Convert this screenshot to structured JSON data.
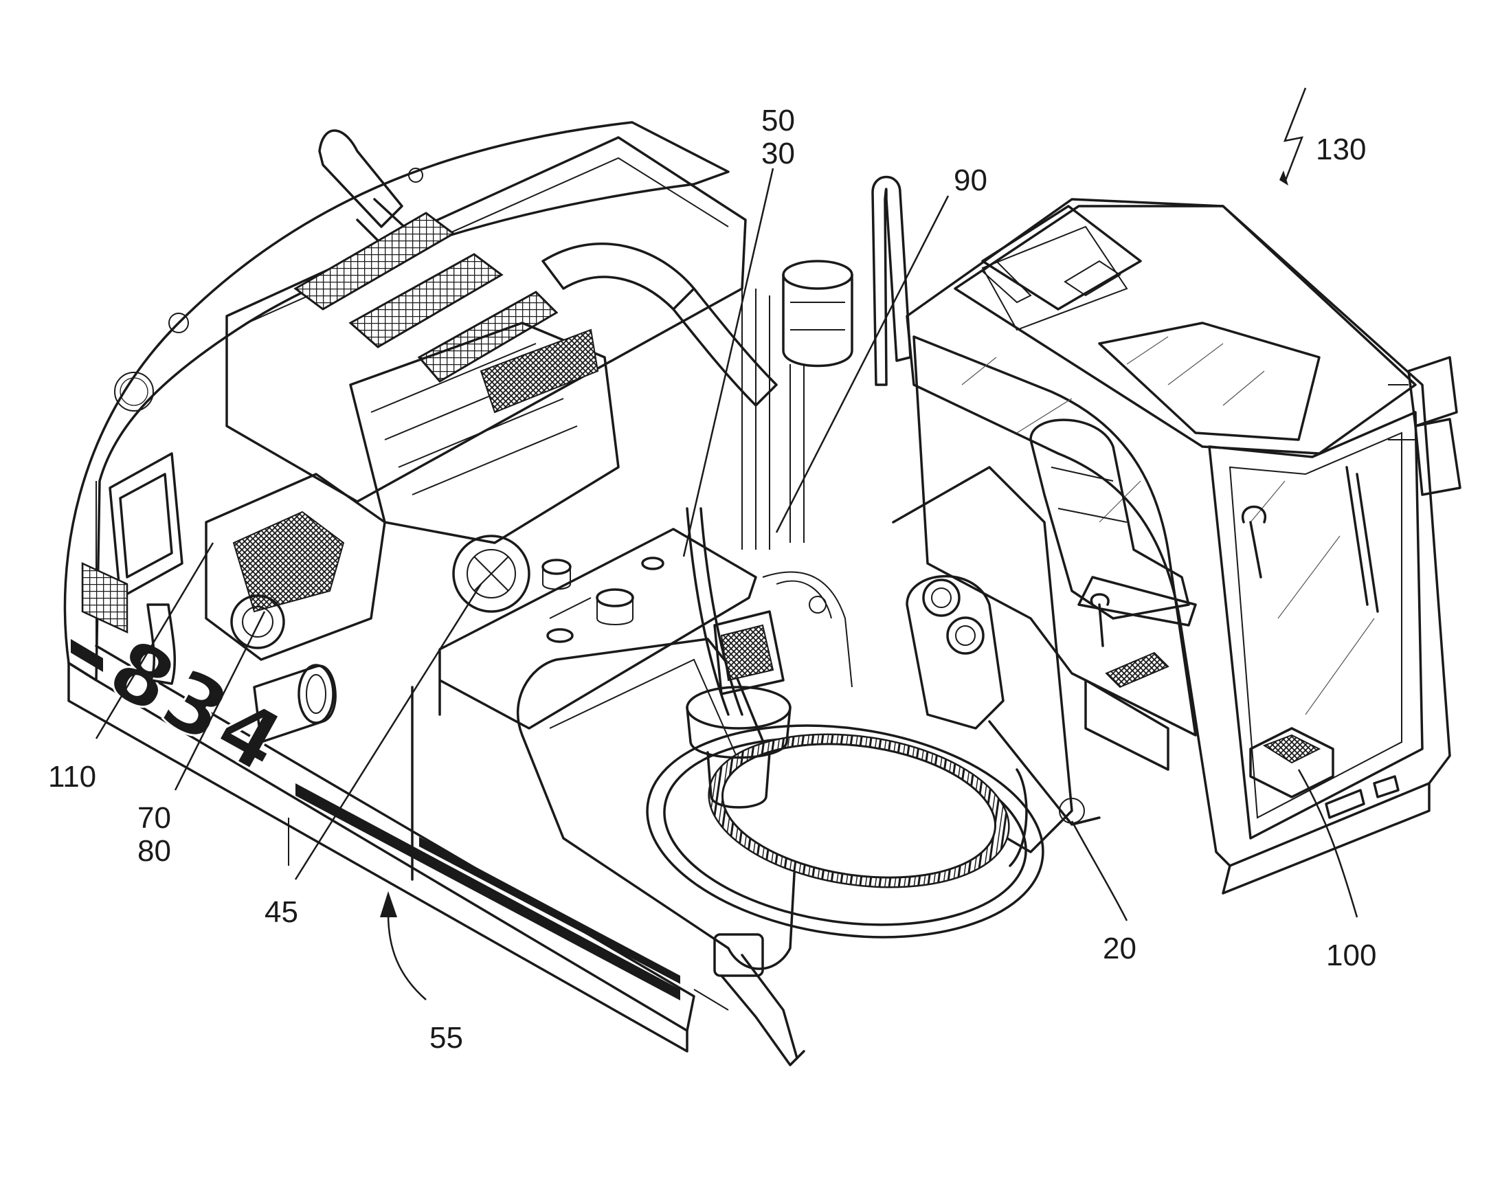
{
  "labels": {
    "l130": "130",
    "l50": "50",
    "l30": "30",
    "l90": "90",
    "l110": "110",
    "l70": "70",
    "l80": "80",
    "l45": "45",
    "l55": "55",
    "l20": "20",
    "l100": "100"
  },
  "side_marking": "834",
  "colors": {
    "ink": "#1a1a1a",
    "paper": "#ffffff"
  }
}
